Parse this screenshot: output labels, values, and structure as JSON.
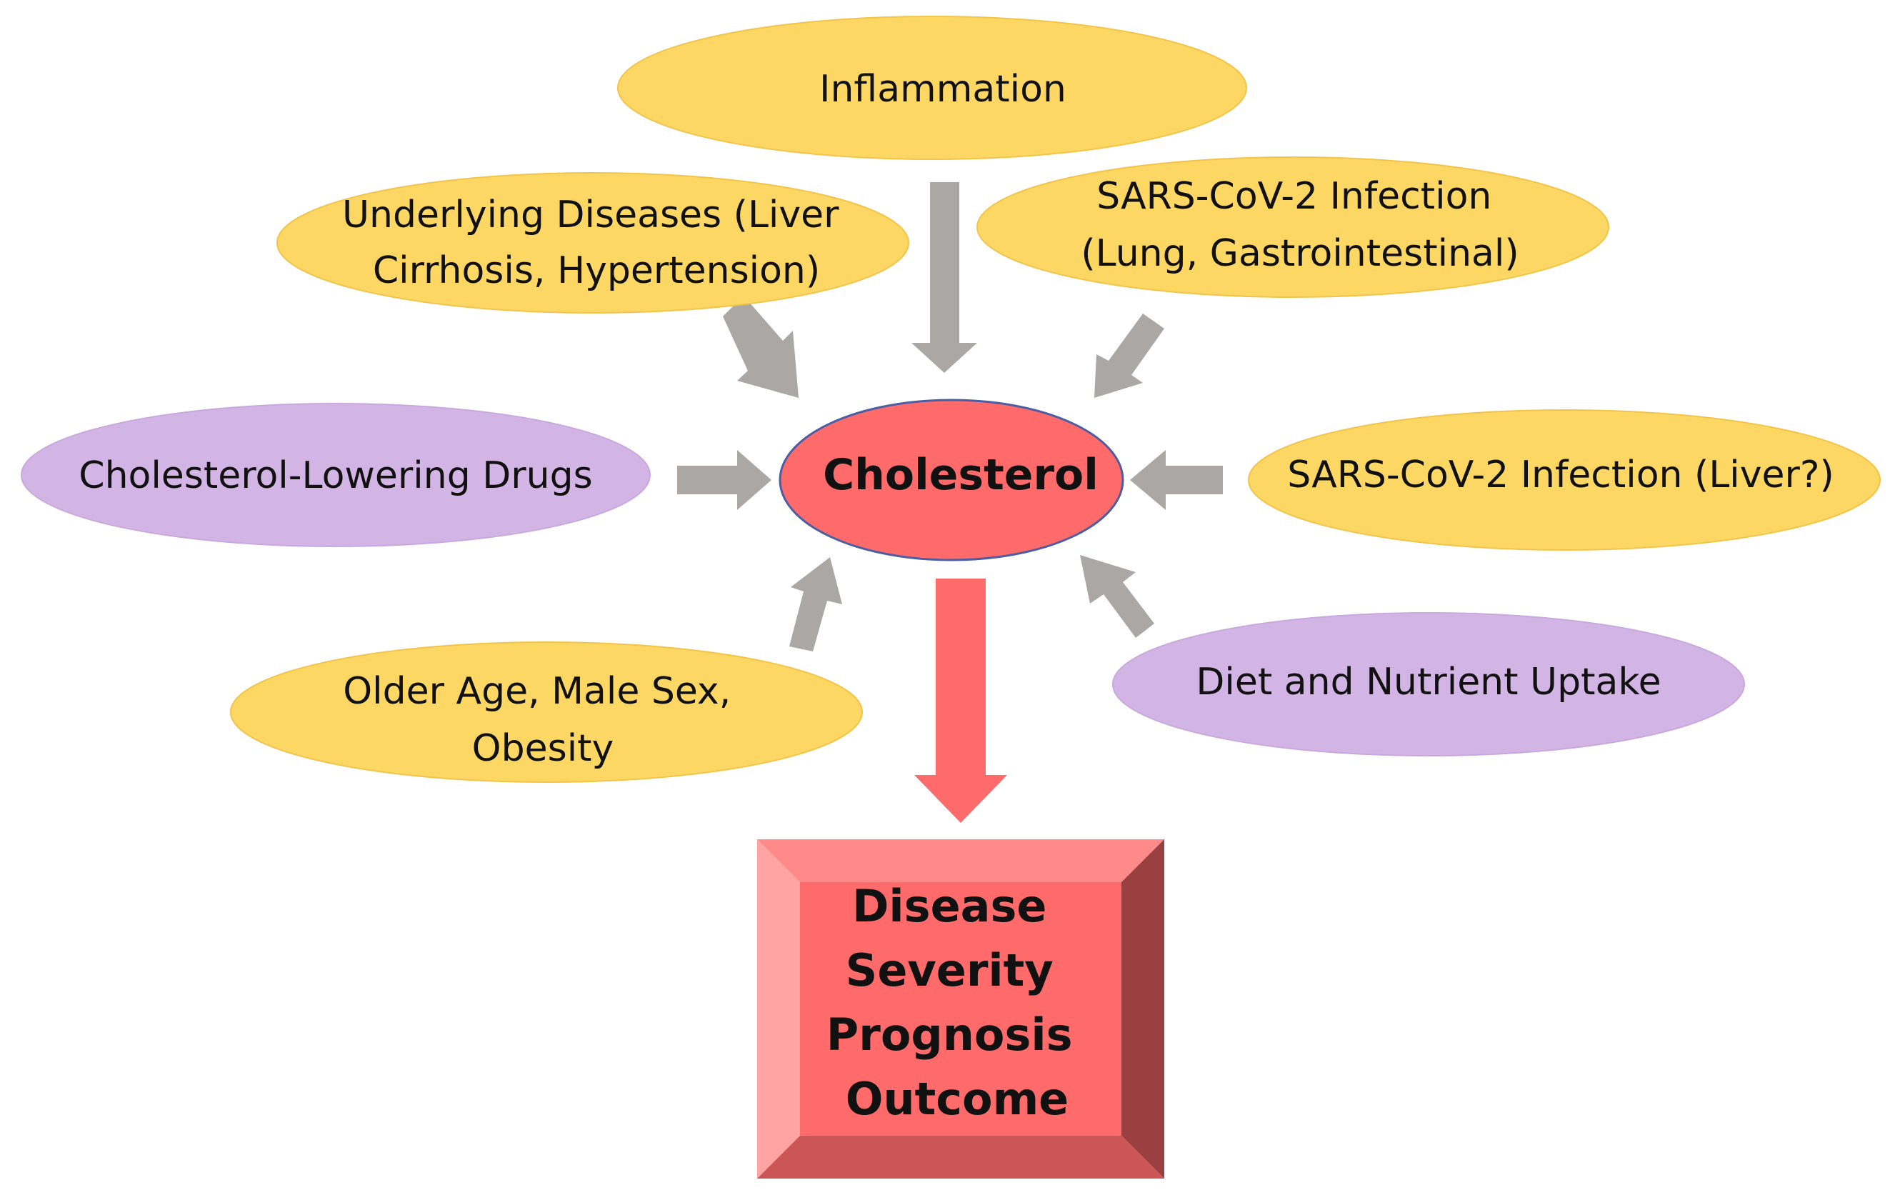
{
  "colors": {
    "factor_yellow": "#FDD764",
    "factor_yellow_edge": "#F2C44A",
    "factor_purple": "#D3B5E5",
    "factor_purple_edge": "#C9A8DD",
    "center_fill": "#FF6B6B",
    "center_stroke": "#4B5DA3",
    "input_arrow": "#ABA7A5",
    "output_arrow": "#FF6B6B",
    "box_front": "#FF6B6B",
    "box_top": "#FF8A8A",
    "box_left": "#FFA3A3",
    "box_right": "#9A4040",
    "box_bottom": "#CC5555"
  },
  "center": {
    "label": "Cholesterol"
  },
  "factors": {
    "inflammation": [
      "Inflammation"
    ],
    "underlying_diseases": [
      "Underlying Diseases (Liver",
      "Cirrhosis, Hypertension)"
    ],
    "sars_lung": [
      "SARS-CoV-2 Infection",
      "(Lung, Gastrointestinal)"
    ],
    "drugs": [
      "Cholesterol-Lowering Drugs"
    ],
    "sars_liver": [
      "SARS-CoV-2 Infection (Liver?)"
    ],
    "age_sex": [
      "Older Age, Male Sex,",
      "Obesity"
    ],
    "diet": [
      "Diet and Nutrient Uptake"
    ]
  },
  "outcome": {
    "lines": [
      "Disease",
      "Severity",
      "Prognosis",
      "Outcome"
    ]
  }
}
